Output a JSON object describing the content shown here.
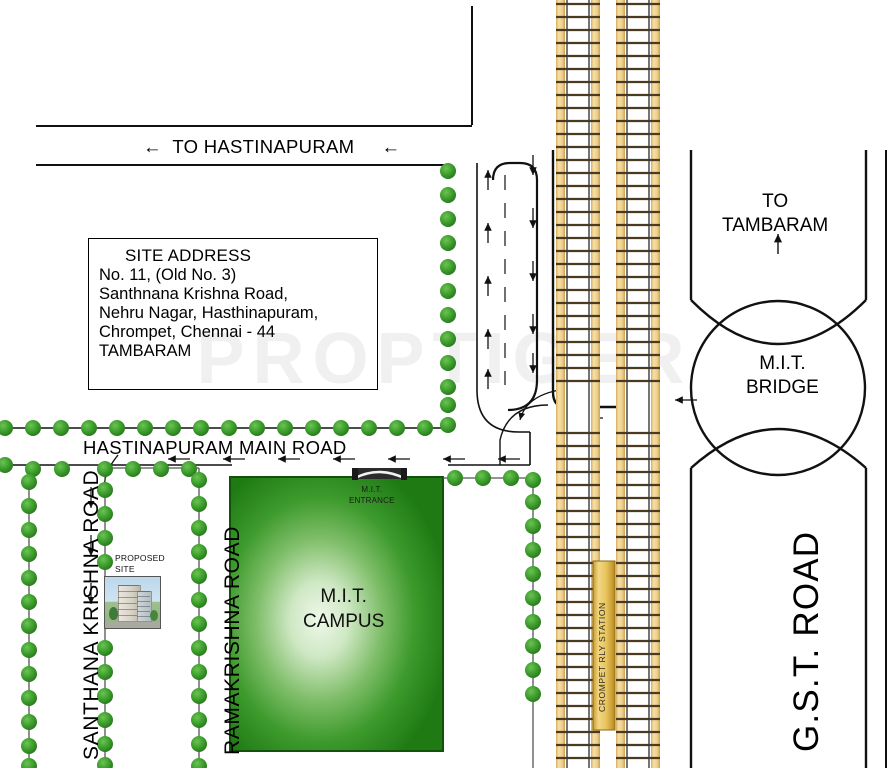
{
  "map": {
    "title": "Location map - M.I.T. Chrompet, Chennai",
    "watermark": "PROPTIGER",
    "colors": {
      "campus_green": "#2d8b22",
      "campus_center": "#e8f5e3",
      "tree_green": "#3ea02e",
      "rail_tan": "#e8c57a",
      "rail_tie": "#4a3a22",
      "platform": "#e0b84a",
      "road_line": "#111111"
    },
    "site_address": {
      "title": "SITE ADDRESS",
      "lines": [
        "No. 11, (Old No. 3)",
        "Santhnana Krishna Road,",
        "Nehru Nagar, Hasthinapuram,",
        "Chrompet, Chennai - 44",
        "TAMBARAM"
      ],
      "line1": "No. 11, (Old No. 3)",
      "line2": "Santhnana Krishna Road,",
      "line3": "Nehru Nagar, Hasthinapuram,",
      "line4": "Chrompet, Chennai - 44",
      "line5": "TAMBARAM"
    },
    "labels": {
      "to_hastinapuram": "←  TO HASTINAPURAM     ←",
      "hastinapuram_main_road": "HASTINAPURAM MAIN ROAD",
      "santhana_krishna_road": "SANTHANA KRISHNA ROAD",
      "ramakrishna_road": "RAMAKRISHNA ROAD",
      "gst_road": "G.S.T. ROAD",
      "to_tambaram": "TO\nTAMBARAM",
      "mit_bridge": "M.I.T.\nBRIDGE",
      "mit_campus": "M.I.T.\nCAMPUS",
      "mit_entrance": "M.I.T.\nENTRANCE",
      "proposed_site": "PROPOSED\nSITE",
      "crompet_rly_station": "CROMPET RLY STATION"
    }
  }
}
